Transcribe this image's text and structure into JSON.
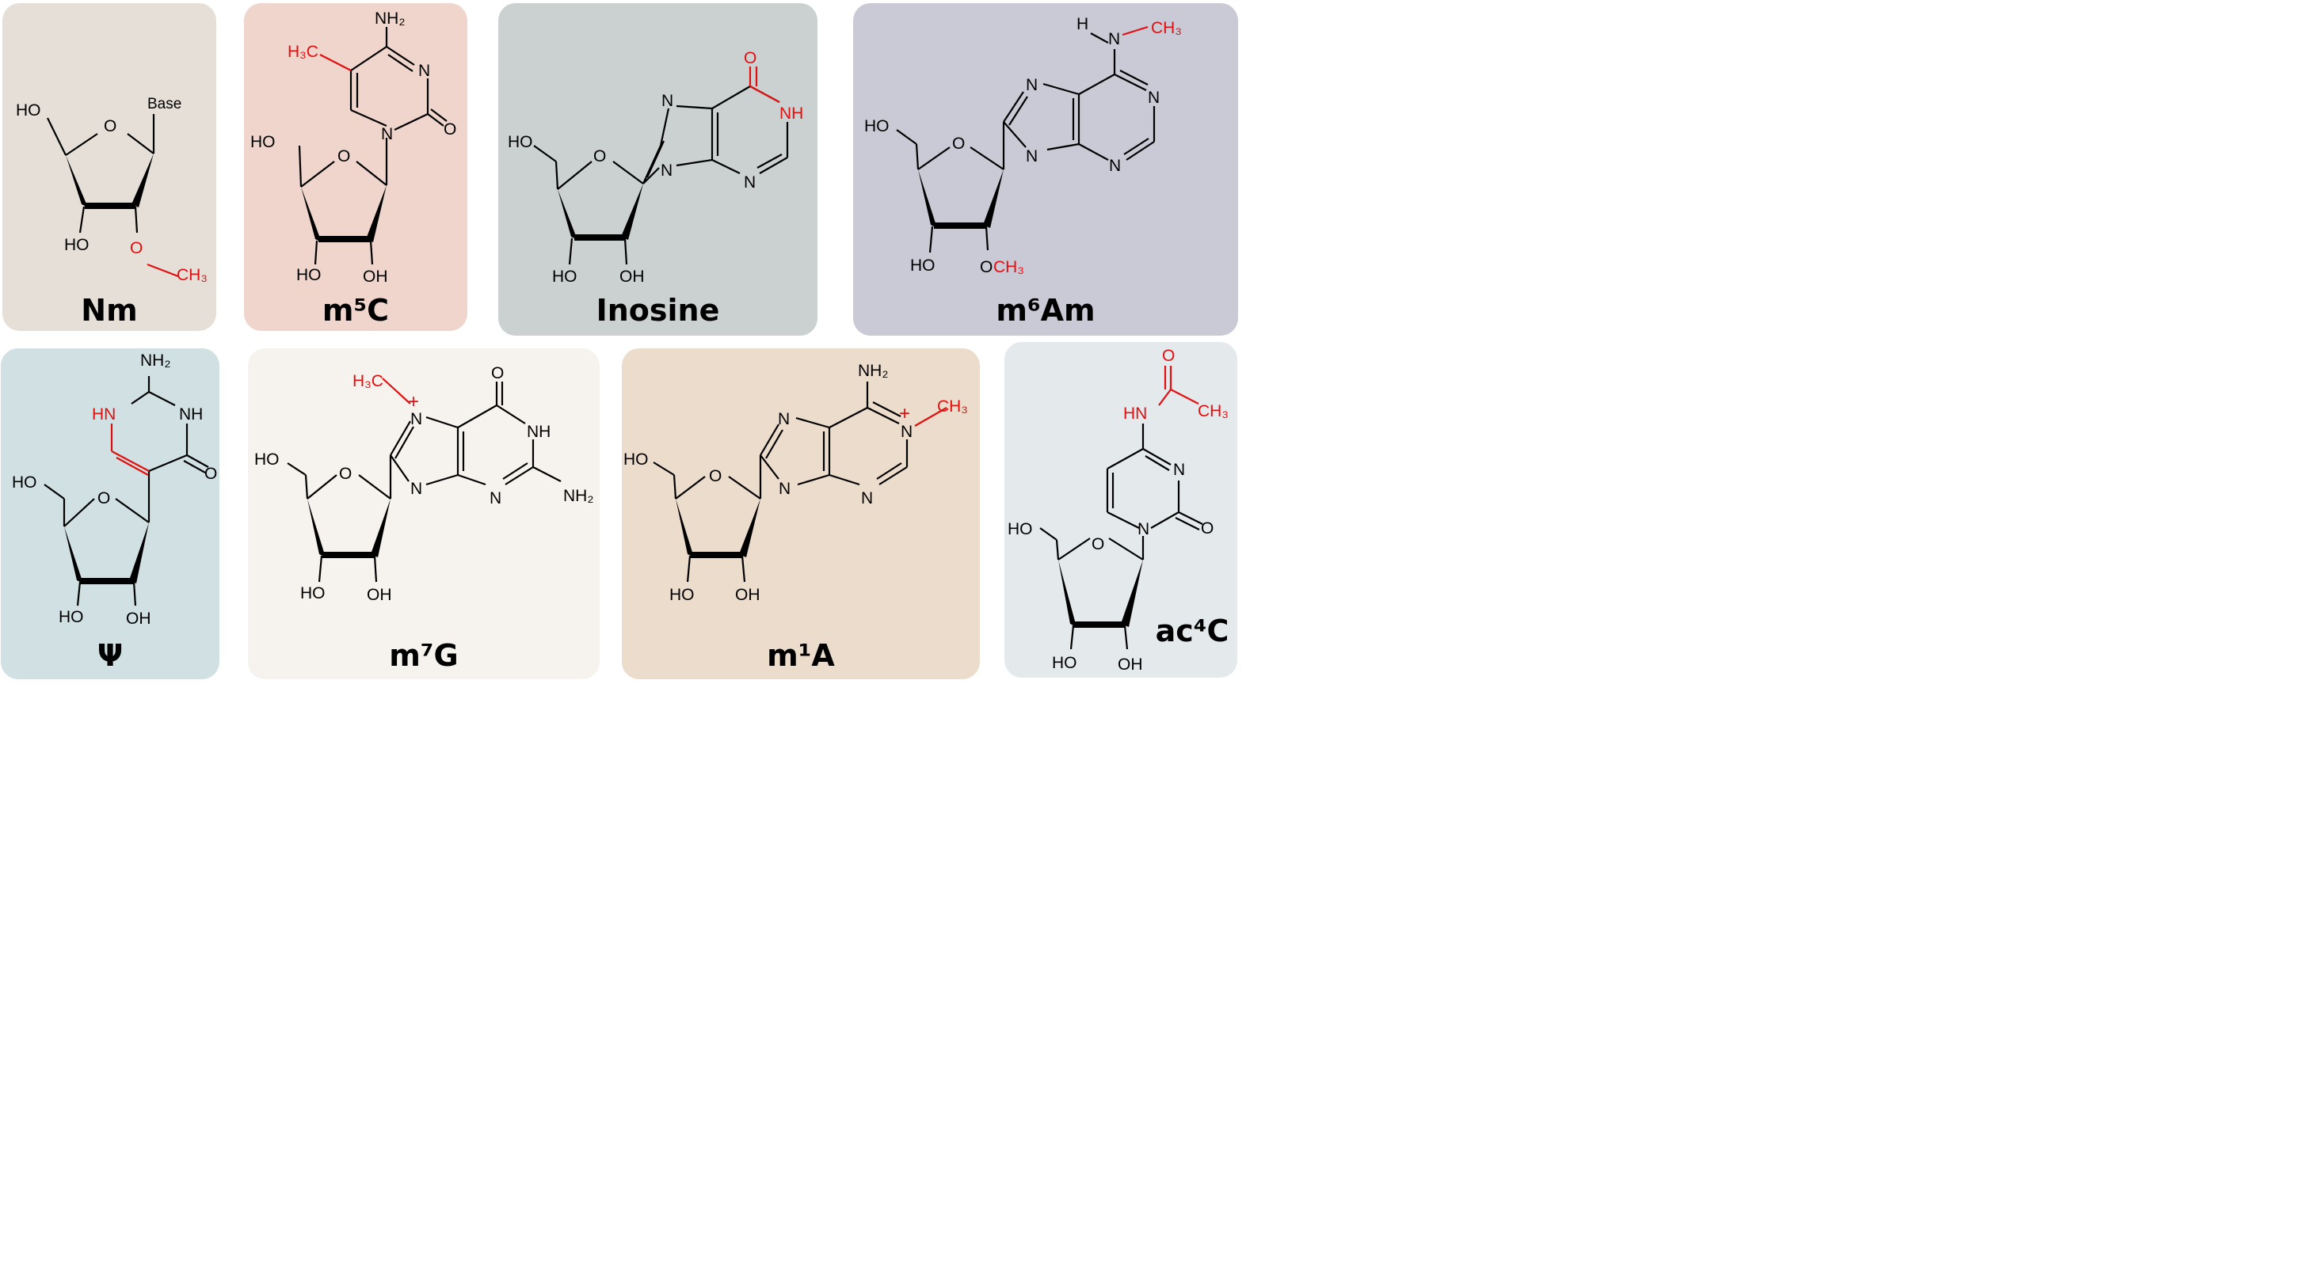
{
  "colors": {
    "nm": "#e5dfd7",
    "m5c": "#efd5cc",
    "inosine": "#cbd0d1",
    "m6am": "#c9cad6",
    "psi": "#d0e0e3",
    "m7g": "#f6f3ee",
    "m1a": "#ecdccb",
    "ac4c": "#e4e9ec",
    "highlight": "#e01010",
    "bond": "#000000"
  },
  "labels": {
    "nm": "Nm",
    "m5c": "m⁵C",
    "inosine": "Inosine",
    "m6am": "m⁶Am",
    "psi": "Ψ",
    "m7g": "m⁷G",
    "m1a": "m¹A",
    "ac4c": "ac⁴C"
  },
  "atoms": {
    "HO": "HO",
    "OH": "OH",
    "O": "O",
    "N": "N",
    "NH": "NH",
    "HN": "HN",
    "H": "H",
    "NH2": "NH₂",
    "CH3": "CH₃",
    "H3C": "H₃C",
    "plus": "+",
    "base": "Base",
    "OCH3_O": "O",
    "OCH3_CH3": "CH₃"
  }
}
